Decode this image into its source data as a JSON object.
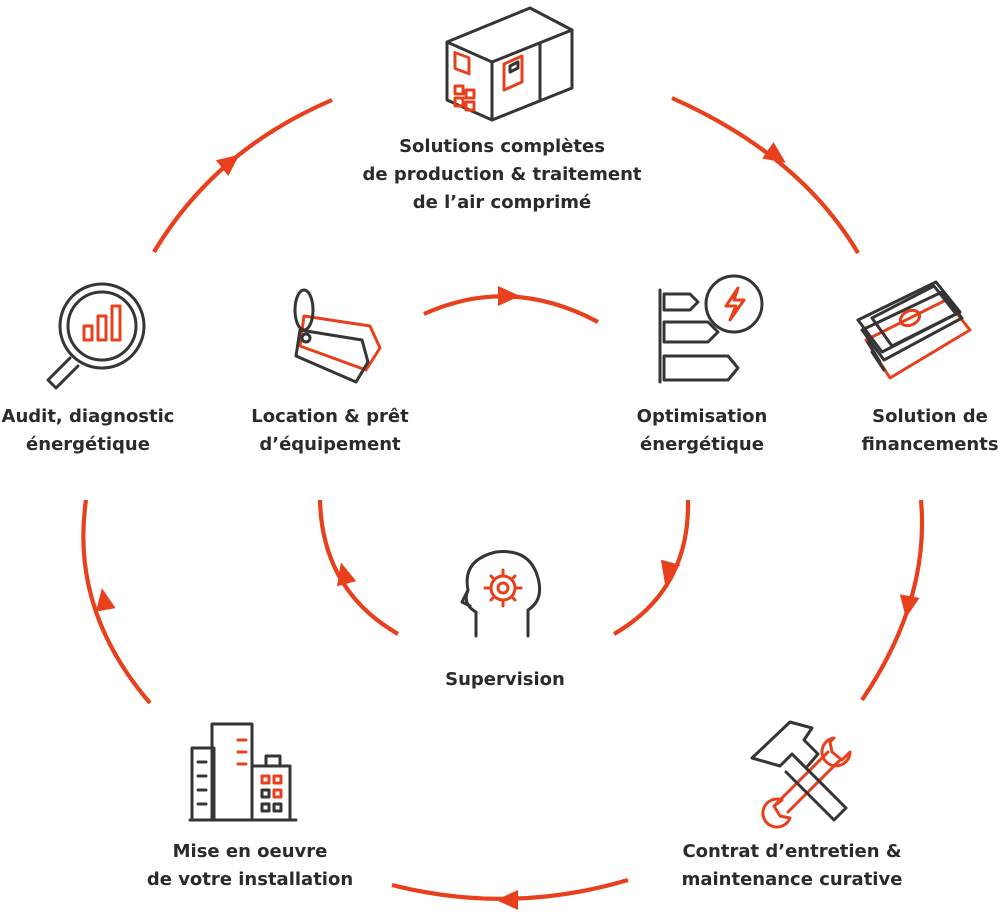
{
  "colors": {
    "accent": "#e8401c",
    "ink": "#353535"
  },
  "nodes": [
    {
      "id": "solutions",
      "icon": "compressor-unit-icon",
      "lines": [
        "Solutions complètes",
        "de production & traitement",
        "de l’air comprimé"
      ]
    },
    {
      "id": "financing",
      "icon": "banknotes-icon",
      "lines": [
        "Solution de",
        "financements"
      ]
    },
    {
      "id": "maintenance",
      "icon": "hammer-wrench-icon",
      "lines": [
        "Contrat d’entretien &",
        "maintenance curative"
      ]
    },
    {
      "id": "installation",
      "icon": "buildings-icon",
      "lines": [
        "Mise en oeuvre",
        "de votre installation"
      ]
    },
    {
      "id": "audit",
      "icon": "magnifier-chart-icon",
      "lines": [
        "Audit, diagnostic",
        "énergétique"
      ]
    },
    {
      "id": "rental",
      "icon": "price-tags-icon",
      "lines": [
        "Location & prêt",
        "d’équipement"
      ]
    },
    {
      "id": "optimisation",
      "icon": "signpost-energy-icon",
      "lines": [
        "Optimisation",
        "énergétique"
      ]
    },
    {
      "id": "supervision",
      "icon": "head-gear-icon",
      "lines": [
        "Supervision"
      ]
    }
  ]
}
